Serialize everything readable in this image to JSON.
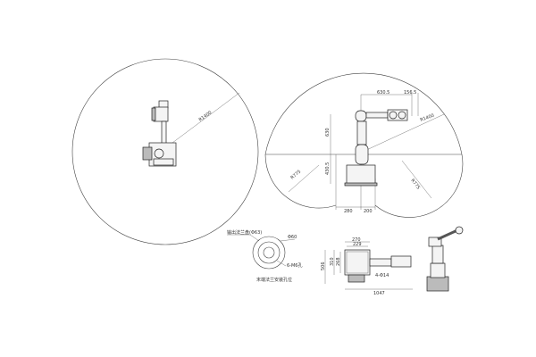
{
  "top_view": {
    "reach_label": "R1400"
  },
  "side_view": {
    "upper_arm_label": "630.5",
    "wrist_label": "156.5",
    "reach_label": "R1400",
    "forearm_label": "630",
    "base_height_label": "430.5",
    "left_inner_radius_label": "R775",
    "right_inner_radius_label": "R775",
    "base_left_label": "280",
    "base_right_label": "200"
  },
  "flange_view": {
    "title": "输出法兰盘(Φ63)",
    "diameter_label": "Φ60",
    "hole_label": "6-M6孔",
    "caption": "末端法兰安装孔位"
  },
  "base_view": {
    "width_outer_label": "270",
    "width_inner_label": "229",
    "depth_outer_label": "310",
    "depth_inner_label": "268",
    "height_label": "506",
    "holes_label": "4-Φ14",
    "length_label": "1047"
  }
}
